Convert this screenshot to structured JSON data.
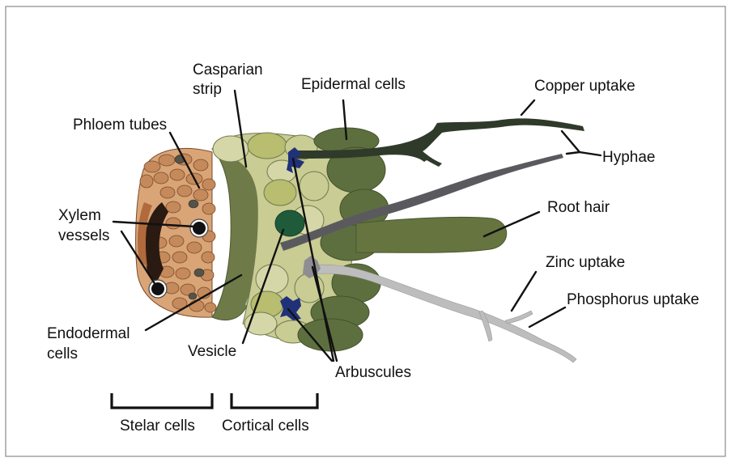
{
  "labels": {
    "casparian_strip_line1": "Casparian",
    "casparian_strip_line2": "strip",
    "epidermal_cells": "Epidermal cells",
    "copper_uptake": "Copper uptake",
    "phloem_tubes": "Phloem tubes",
    "hyphae": "Hyphae",
    "xylem_vessels_line1": "Xylem",
    "xylem_vessels_line2": "vessels",
    "root_hair": "Root hair",
    "zinc_uptake": "Zinc uptake",
    "phosphorus_uptake": "Phosphorus uptake",
    "endodermal_cells_line1": "Endodermal",
    "endodermal_cells_line2": "cells",
    "vesicle": "Vesicle",
    "arbuscules": "Arbuscules",
    "stelar_cells": "Stelar cells",
    "cortical_cells": "Cortical cells"
  },
  "colors": {
    "phloem": "#c58a5c",
    "xylem": "#2a1a12",
    "endodermis": "#6e7a48",
    "casparian_strip": "#9fc9b4",
    "cortex": "#c9cc93",
    "epidermis": "#5e6f3f",
    "root_hair": "#66743f",
    "copper_hypha": "#2f3a2a",
    "hypha": "#5a5a5e",
    "zinc_phosphorus_hypha": "#bdbdbd",
    "arbuscule": "#20317a",
    "vesicle": "#1f5b3b"
  }
}
